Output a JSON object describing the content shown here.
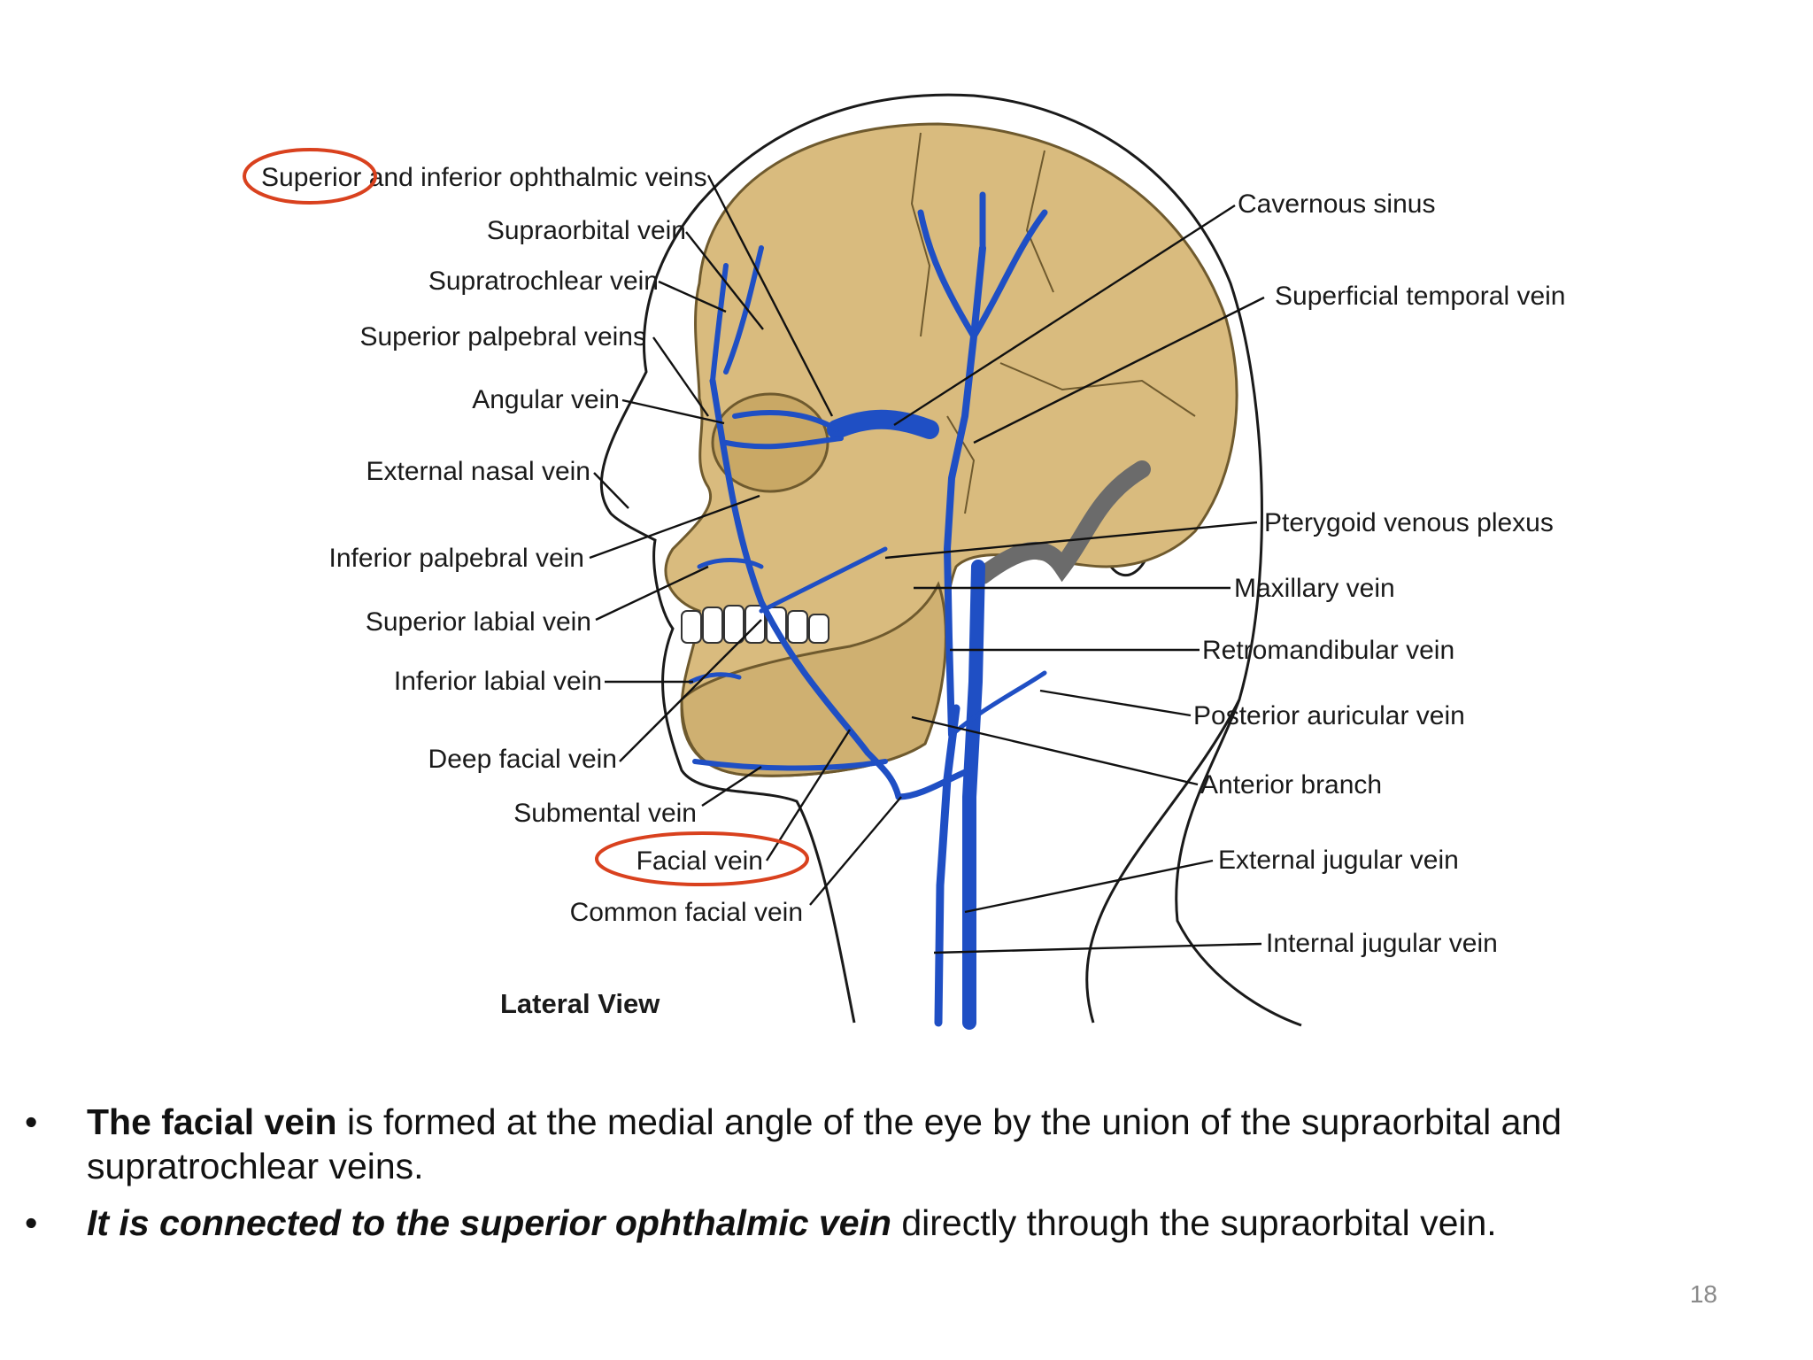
{
  "figure": {
    "caption": "Lateral View",
    "labels_left": [
      "Superior and inferior ophthalmic veins",
      "Supraorbital vein",
      "Supratrochlear vein",
      "Superior palpebral veins",
      "Angular vein",
      "External nasal vein",
      "Inferior palpebral vein",
      "Superior labial vein",
      "Inferior labial vein",
      "Deep facial vein",
      "Submental vein",
      "Facial vein",
      "Common facial vein"
    ],
    "labels_right": [
      "Cavernous sinus",
      "Superficial temporal vein",
      "Pterygoid venous plexus",
      "Maxillary vein",
      "Retromandibular vein",
      "Posterior auricular vein",
      "Anterior branch",
      "External jugular vein",
      "Internal jugular vein"
    ],
    "highlighted_terms": [
      "Superior",
      "Facial vein"
    ],
    "colors": {
      "vein": "#1f4fc4",
      "bone": "#d9bb7e",
      "bone_edge": "#6f5a2e",
      "highlight_circle": "#d9411e",
      "outline": "#1a1a1a"
    }
  },
  "bullets": [
    {
      "bold": "The facial vein",
      "rest": " is formed at the medial angle of the eye by the union of the supraorbital and supratrochlear veins."
    },
    {
      "bold": "It is connected to the superior ophthalmic vein",
      "rest": " directly through the supraorbital vein."
    }
  ],
  "bullet_symbol": "•",
  "slide_number": "18"
}
